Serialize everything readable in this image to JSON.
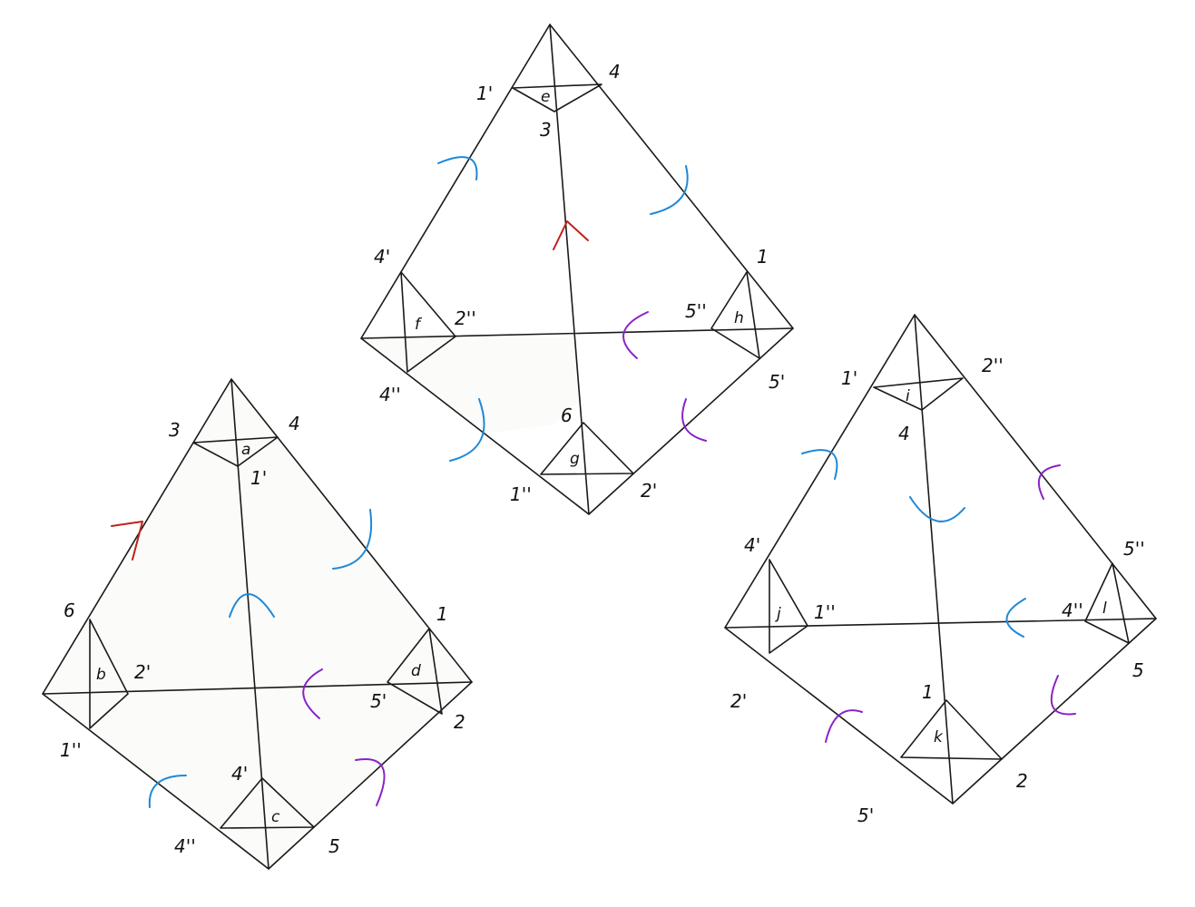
{
  "colors": {
    "ink": "#1a1a1a",
    "red_arrow": "#c0201a",
    "blue_arrow": "#1e88d8",
    "purple_arrow": "#8a22c8",
    "shade": "#fbfbfa"
  },
  "figures": {
    "left": {
      "vertex_labels": [
        "3",
        "4",
        "6",
        "1",
        "1''",
        "4''",
        "5",
        "2",
        "1'",
        "2'",
        "5'",
        "4'"
      ],
      "triangle_labels": [
        "a",
        "b",
        "c",
        "d"
      ]
    },
    "top": {
      "vertex_labels": [
        "1'",
        "4",
        "3",
        "4'",
        "2''",
        "5''",
        "1",
        "4''",
        "5'",
        "6",
        "1''",
        "2'"
      ],
      "triangle_labels": [
        "e",
        "f",
        "g",
        "h"
      ]
    },
    "right": {
      "vertex_labels": [
        "1'",
        "2''",
        "4",
        "4'",
        "1''",
        "4''",
        "5''",
        "2'",
        "5",
        "1",
        "5'",
        "2"
      ],
      "triangle_labels": [
        "i",
        "j",
        "k",
        "l"
      ]
    }
  }
}
